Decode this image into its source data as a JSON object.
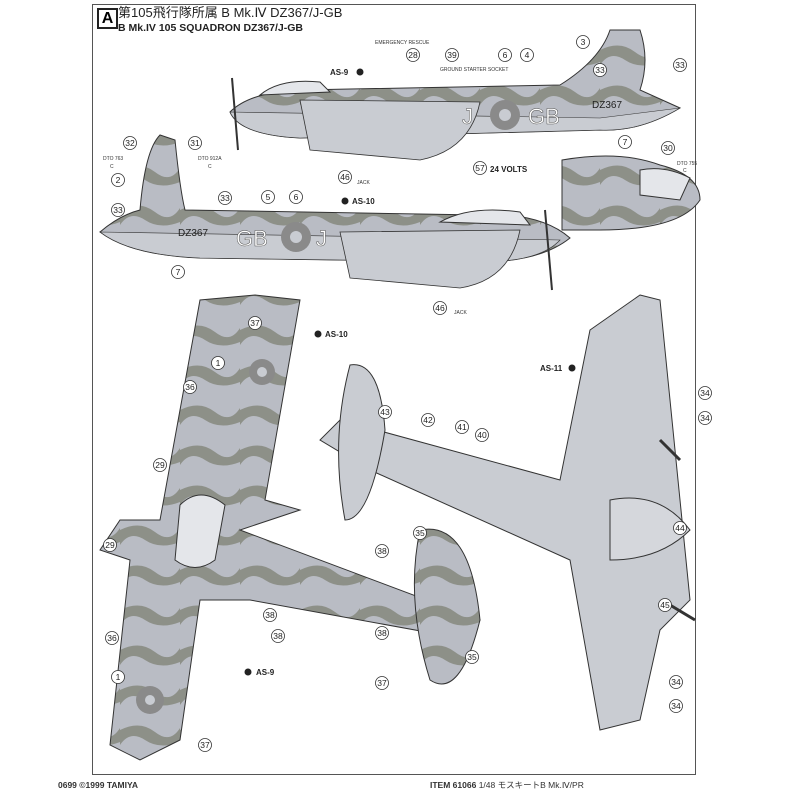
{
  "header": {
    "badge": "A",
    "title_jp": "第105飛行隊所属 B Mk.Ⅳ DZ367/J-GB",
    "title_en": "B Mk.IV 105 SQUADRON DZ367/J-GB"
  },
  "footer": {
    "code": "0699",
    "copyright": "©1999 TAMIYA",
    "item": "ITEM 61066",
    "scale_name": "1/48 モスキートB Mk.Ⅳ/PR"
  },
  "markings": {
    "serial": "DZ367",
    "code_right": [
      "J",
      "GB"
    ],
    "code_left": [
      "GB",
      "J"
    ]
  },
  "notes": {
    "volts": "24 VOLTS",
    "jack": "JACK",
    "dto1": "DTO 763",
    "dto2": "DTO 912A",
    "dto3": "DTO 755",
    "c": "C",
    "emergency": "EMERGENCY RESCUE",
    "starter": "GROUND STARTER SOCKET"
  },
  "special": [
    "AS-9",
    "AS-10",
    "AS-10",
    "AS-9",
    "AS-11"
  ],
  "callouts": [
    "28",
    "39",
    "6",
    "4",
    "3",
    "33",
    "33",
    "7",
    "57",
    "46",
    "32",
    "31",
    "2",
    "33",
    "33",
    "5",
    "6",
    "7",
    "46",
    "30",
    "37",
    "1",
    "36",
    "29",
    "29",
    "36",
    "38",
    "38",
    "1",
    "37",
    "34",
    "34",
    "43",
    "42",
    "41",
    "40",
    "35",
    "38",
    "38",
    "35",
    "37",
    "44",
    "45",
    "34",
    "34"
  ],
  "colors": {
    "grey": "#b9bcc4",
    "green": "#8d9088",
    "roundel": "#8a8a8a",
    "line": "#333333"
  }
}
